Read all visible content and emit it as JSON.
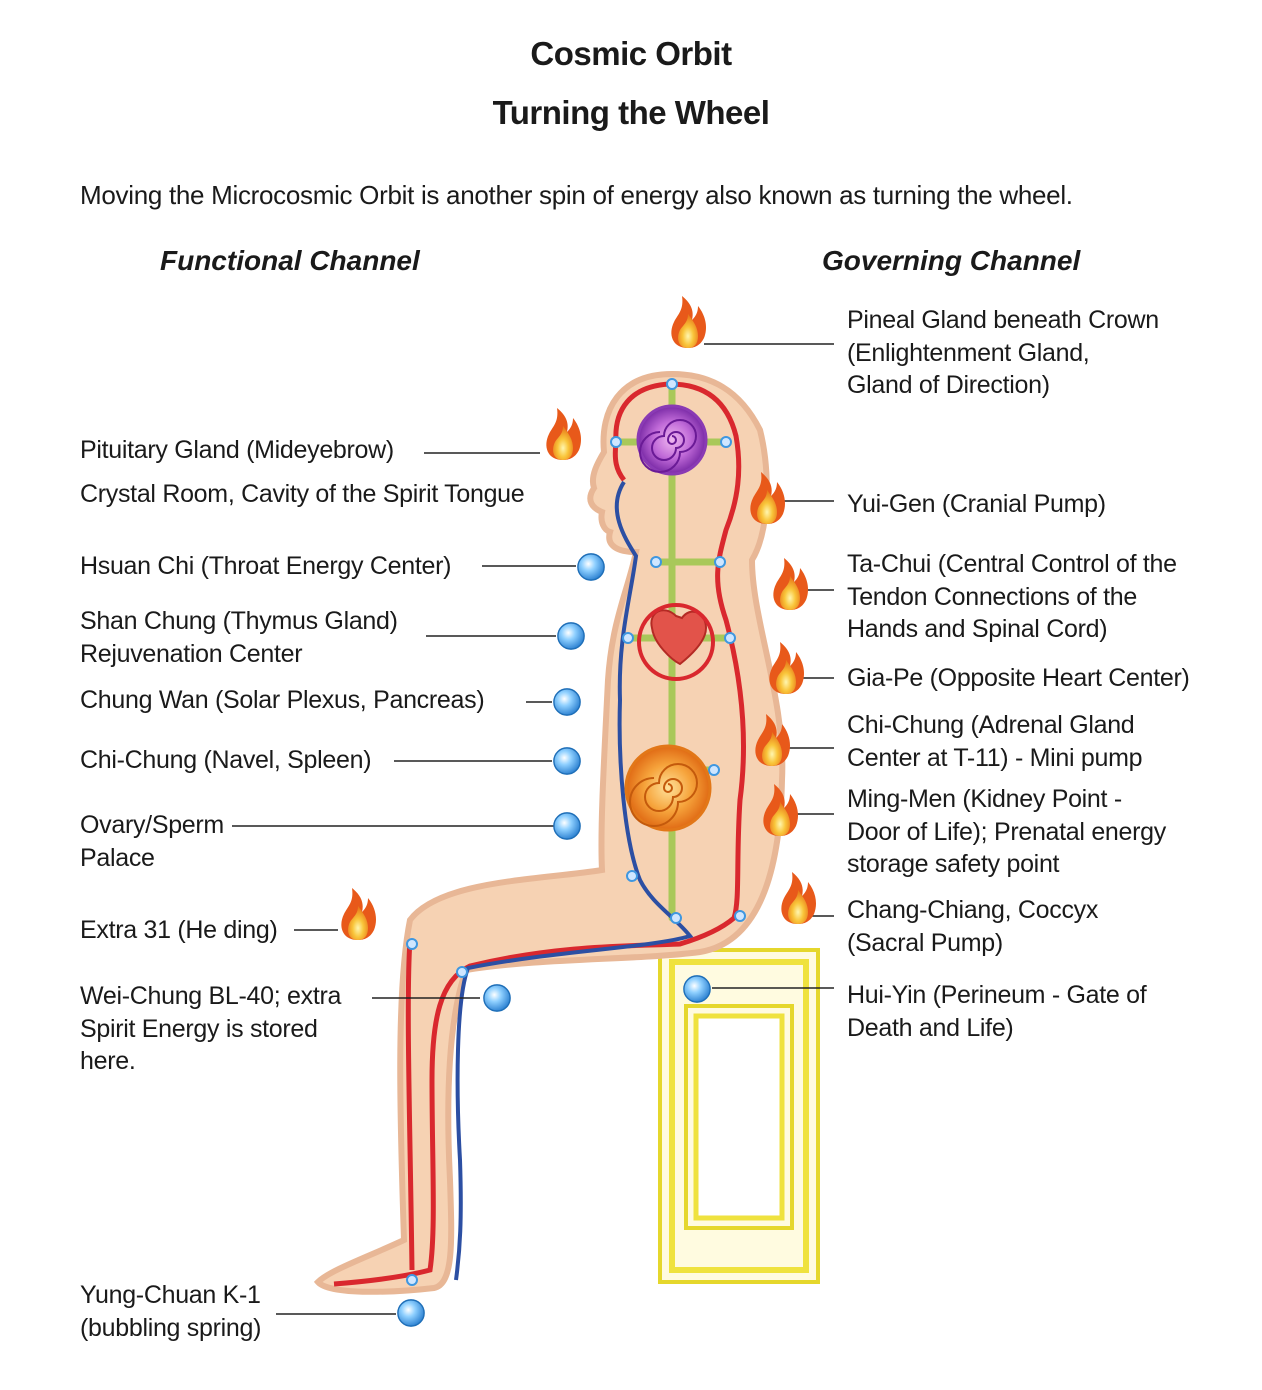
{
  "header": {
    "title": "Cosmic Orbit",
    "subtitle": "Turning the Wheel",
    "intro": "Moving the Microcosmic Orbit is another spin of energy also known as turning the wheel."
  },
  "functional_channel": {
    "heading": "Functional Channel",
    "points": [
      {
        "lines": [
          "Pituitary Gland (Mideyebrow)"
        ],
        "marker": "flame-icon"
      },
      {
        "lines": [
          "Crystal Room, Cavity of the Spirit Tongue"
        ],
        "marker": "none"
      },
      {
        "lines": [
          "Hsuan Chi (Throat Energy Center)"
        ],
        "marker": "blue-dot-icon"
      },
      {
        "lines": [
          "Shan Chung (Thymus Gland)",
          "Rejuvenation Center"
        ],
        "marker": "blue-dot-icon"
      },
      {
        "lines": [
          "Chung Wan (Solar Plexus, Pancreas)"
        ],
        "marker": "blue-dot-icon"
      },
      {
        "lines": [
          "Chi-Chung (Navel, Spleen)"
        ],
        "marker": "blue-dot-icon"
      },
      {
        "lines": [
          "Ovary/Sperm",
          "Palace"
        ],
        "marker": "blue-dot-icon"
      },
      {
        "lines": [
          "Extra 31 (He ding)"
        ],
        "marker": "flame-icon"
      },
      {
        "lines": [
          "Wei-Chung BL-40; extra",
          "Spirit Energy is stored",
          "here."
        ],
        "marker": "blue-dot-icon"
      },
      {
        "lines": [
          "Yung-Chuan K-1",
          "(bubbling spring)"
        ],
        "marker": "blue-dot-icon"
      }
    ]
  },
  "governing_channel": {
    "heading": "Governing Channel",
    "points": [
      {
        "lines": [
          "Pineal Gland beneath Crown",
          "(Enlightenment Gland,",
          "Gland of Direction)"
        ],
        "marker": "flame-icon"
      },
      {
        "lines": [
          "Yui-Gen (Cranial Pump)"
        ],
        "marker": "flame-icon"
      },
      {
        "lines": [
          "Ta-Chui (Central Control of the",
          "Tendon Connections of the",
          "Hands and Spinal Cord)"
        ],
        "marker": "flame-icon"
      },
      {
        "lines": [
          "Gia-Pe (Opposite Heart Center)"
        ],
        "marker": "flame-icon"
      },
      {
        "lines": [
          "Chi-Chung (Adrenal Gland",
          "Center at T-11) - Mini pump"
        ],
        "marker": "flame-icon"
      },
      {
        "lines": [
          "Ming-Men (Kidney Point -",
          "Door of Life); Prenatal energy",
          "storage safety point"
        ],
        "marker": "flame-icon"
      },
      {
        "lines": [
          "Chang-Chiang, Coccyx",
          "(Sacral Pump)"
        ],
        "marker": "flame-icon"
      },
      {
        "lines": [
          "Hui-Yin (Perineum - Gate of",
          "Death and Life)"
        ],
        "marker": "blue-dot-icon"
      }
    ]
  },
  "colors": {
    "body_fill": "#f6d2b3",
    "body_outline": "#e8b796",
    "governing_path": "#d9282e",
    "functional_path": "#2c4fa3",
    "central_channel": "#a9c85a",
    "flame": "#f2a31b",
    "blue_dot": "#3f97e0",
    "seat": "#f0e33c",
    "heart_ring": "#d9282e",
    "crown_spiral": "#9b3fc0",
    "navel_spiral": "#f08a1e"
  }
}
